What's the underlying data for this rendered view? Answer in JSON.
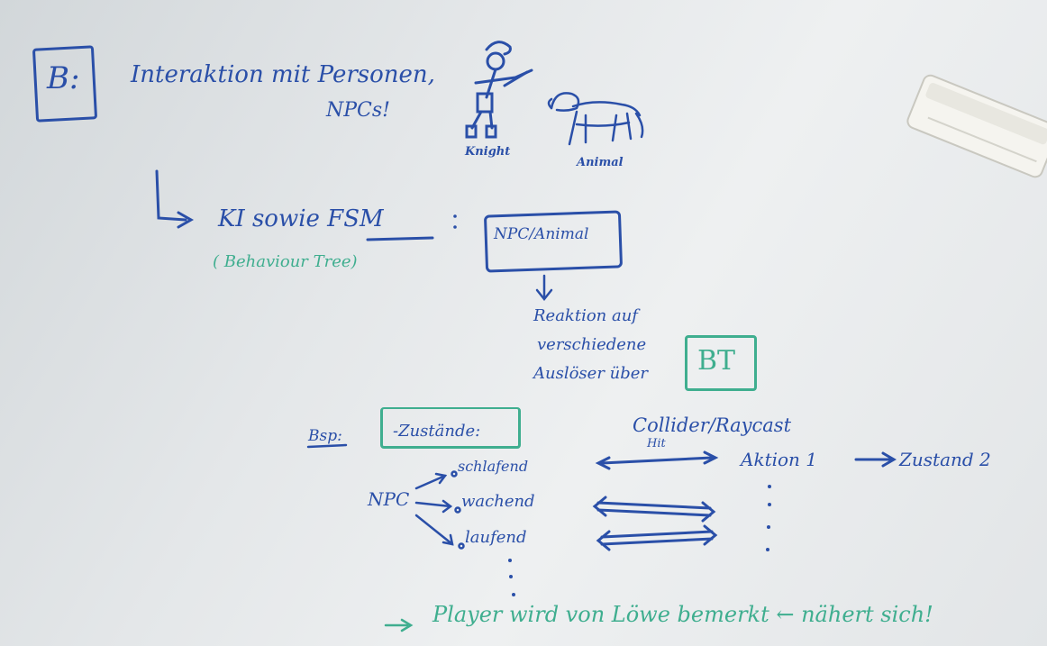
{
  "board": {
    "section_label": "B:",
    "heading_line1": "Interaktion mit Personen,",
    "heading_line2": "NPCs!",
    "figure_knight_label": "Knight",
    "figure_animal_label": "Animal",
    "ki_line": "KI sowie FSM",
    "ki_sub": "( Behaviour Tree)",
    "npc_box_label": "NPC/Animal",
    "reaction_line1": "Reaktion auf",
    "reaction_line2": "verschiedene",
    "reaction_line3": "Auslöser über",
    "bt_label": "BT",
    "example_label": "Bsp:",
    "zustaende_label": "-Zustände:",
    "npc_label": "NPC",
    "states": [
      "schlafend",
      "wachend",
      "laufend"
    ],
    "collider_label": "Collider/Raycast",
    "hit_label": "Hit",
    "aktion_label": "Aktion 1",
    "zustand2_label": "Zustand 2",
    "bottom_line": "Player wird von Löwe bemerkt ← nähert sich!"
  },
  "colors": {
    "board": "#e9ecee",
    "blue_marker": "#2a4fa8",
    "green_marker": "#3fae8f",
    "eraser": "#f4f3ee"
  }
}
